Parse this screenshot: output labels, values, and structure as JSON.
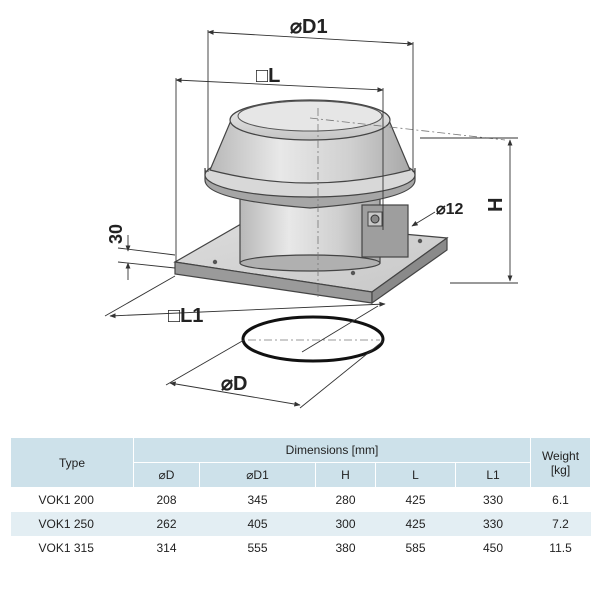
{
  "drawing": {
    "labels": {
      "d1": "⌀D1",
      "l": "□L",
      "h": "H",
      "thirty": "30",
      "d12": "⌀12",
      "l1": "□L1",
      "d": "⌀D"
    }
  },
  "table": {
    "type_header": "Type",
    "dimensions_header": "Dimensions [mm]",
    "weight_header_line1": "Weight",
    "weight_header_line2": "[kg]",
    "columns": [
      "⌀D",
      "⌀D1",
      "H",
      "L",
      "L1"
    ],
    "rows": [
      {
        "type": "VOK1 200",
        "d": "208",
        "d1": "345",
        "h": "280",
        "l": "425",
        "l1": "330",
        "weight": "6.1"
      },
      {
        "type": "VOK1 250",
        "d": "262",
        "d1": "405",
        "h": "300",
        "l": "425",
        "l1": "330",
        "weight": "7.2"
      },
      {
        "type": "VOK1 315",
        "d": "314",
        "d1": "555",
        "h": "380",
        "l": "585",
        "l1": "450",
        "weight": "11.5"
      }
    ]
  }
}
